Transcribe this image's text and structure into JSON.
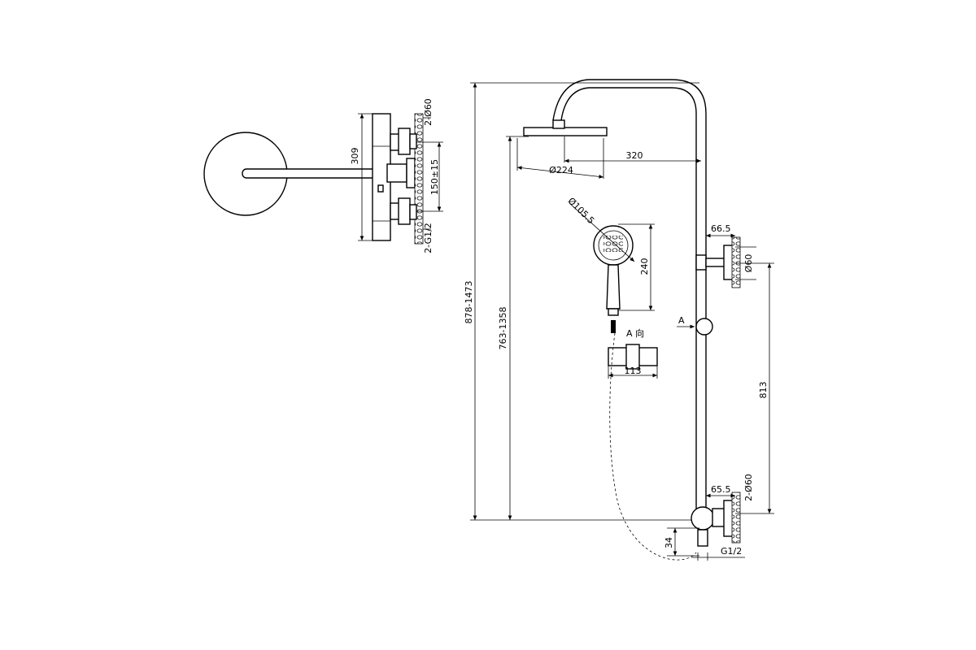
{
  "title": "",
  "side_view": {
    "dim_309": "309",
    "dim_2phi60": "2-Ø60",
    "dim_150": "150±15",
    "dim_2g12": "2-G1/2"
  },
  "front_view": {
    "dim_878_1473": "878-1473",
    "dim_763_1358": "763-1358",
    "dim_320": "320",
    "dim_phi224": "Ø224",
    "dim_phi105": "Ø105.5",
    "dim_240": "240",
    "label_a_dir": "A 向",
    "dim_113": "113",
    "label_a": "A",
    "dim_66_5": "66.5",
    "dim_phi60": "Ø60",
    "dim_813": "813",
    "dim_65_5": "65.5",
    "dim_2phi60": "2-Ø60",
    "dim_34": "34",
    "dim_g12": "G1/2"
  }
}
